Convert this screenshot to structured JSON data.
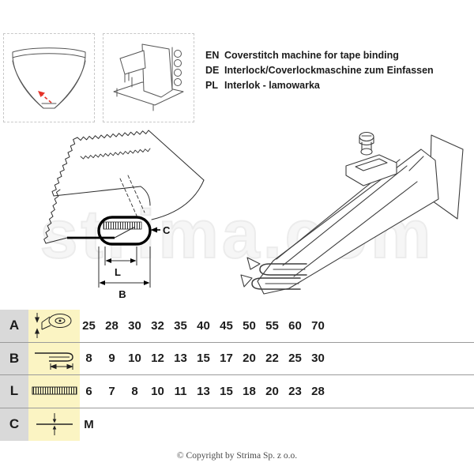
{
  "header": {
    "thumbnails": [
      {
        "name": "garment-panties-sketch"
      },
      {
        "name": "coverstitch-machine-sketch"
      }
    ],
    "languages": [
      {
        "code": "EN",
        "text": "Coverstitch machine for tape binding"
      },
      {
        "code": "DE",
        "text": "Interlock/Coverlockmaschine zum Einfassen"
      },
      {
        "code": "PL",
        "text": "Interlok - lamowarka"
      }
    ]
  },
  "diagram": {
    "labels": {
      "c": "C",
      "l": "L",
      "b": "B"
    }
  },
  "table": {
    "rows": [
      {
        "key": "A",
        "icon": "tape-roll-width-icon",
        "values": [
          "25",
          "28",
          "30",
          "32",
          "35",
          "40",
          "45",
          "50",
          "55",
          "60",
          "70"
        ]
      },
      {
        "key": "B",
        "icon": "tape-fold-width-icon",
        "values": [
          "8",
          "9",
          "10",
          "12",
          "13",
          "15",
          "17",
          "20",
          "22",
          "25",
          "30"
        ]
      },
      {
        "key": "L",
        "icon": "finished-binding-width-icon",
        "values": [
          "6",
          "7",
          "8",
          "10",
          "11",
          "13",
          "15",
          "18",
          "20",
          "23",
          "28"
        ]
      },
      {
        "key": "C",
        "icon": "fabric-thickness-icon",
        "values": [
          "M"
        ]
      }
    ]
  },
  "watermark": "strima.com",
  "footer": {
    "copyright": "© Copyright by Strima Sp. z o.o."
  },
  "colors": {
    "row_header_bg": "#d9d9d9",
    "icon_cell_bg": "#fbf4c3",
    "divider": "#9a9a9a",
    "arrow_red": "#e53228",
    "line_art": "#3d3d3d"
  }
}
